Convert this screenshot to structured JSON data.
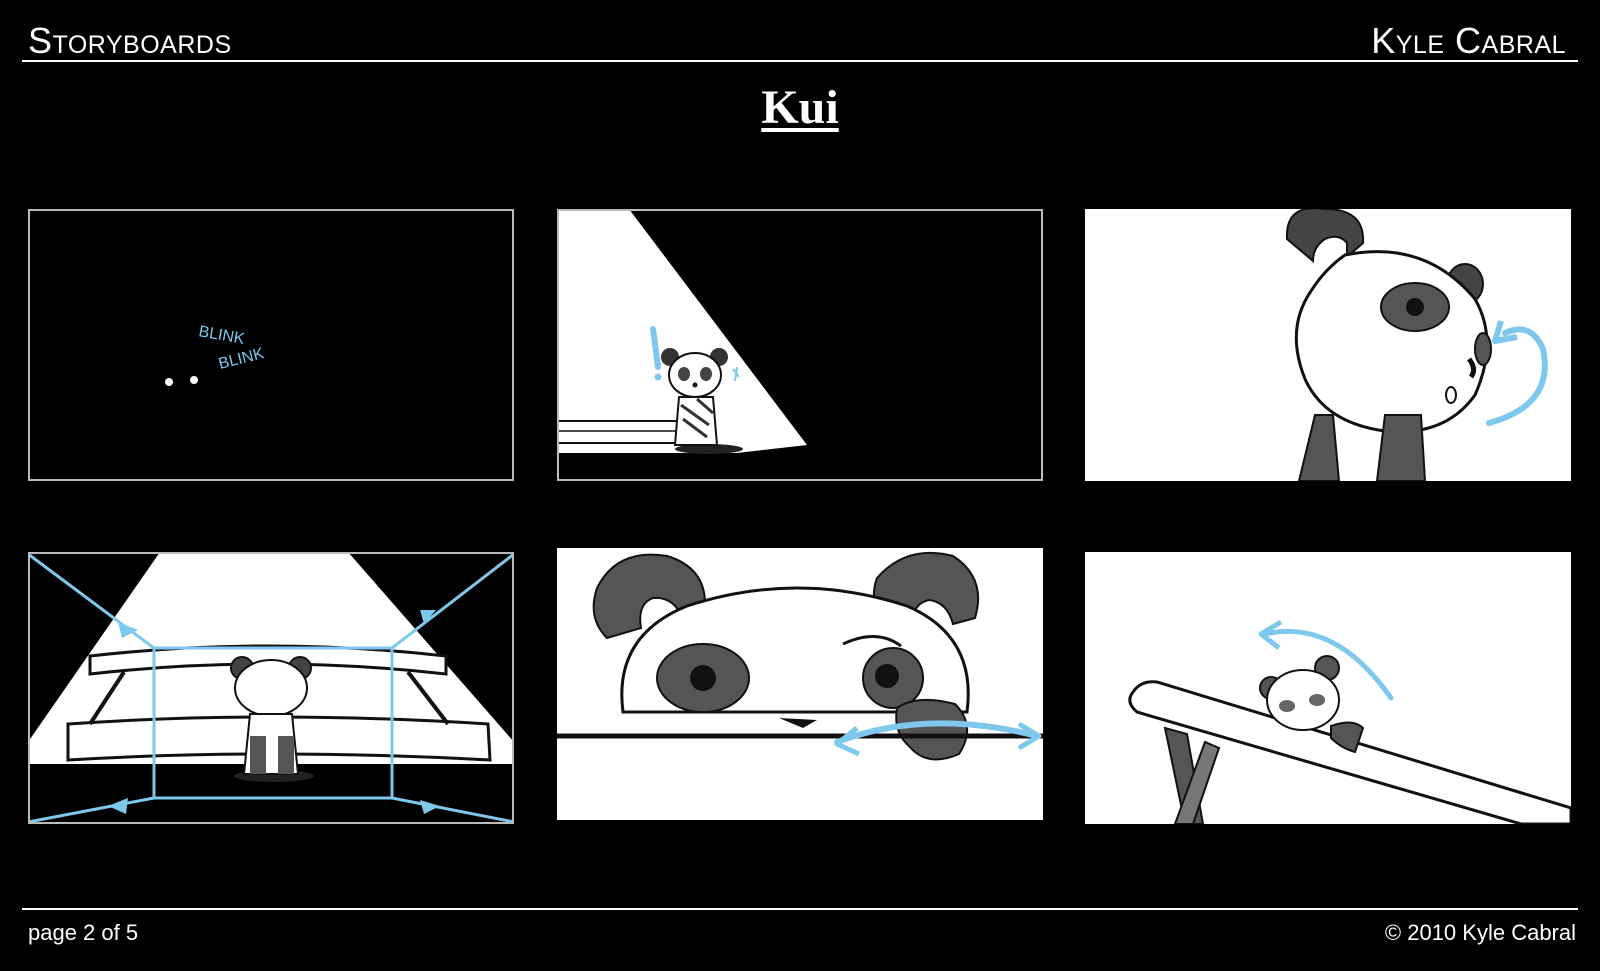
{
  "header": {
    "section": "Storyboards",
    "author": "Kyle Cabral"
  },
  "title": "Kui",
  "panels": [
    {
      "name": "panel-1",
      "sfx_1": "BLINK",
      "sfx_2": "BLINK"
    },
    {
      "name": "panel-2"
    },
    {
      "name": "panel-3"
    },
    {
      "name": "panel-4"
    },
    {
      "name": "panel-5"
    },
    {
      "name": "panel-6"
    }
  ],
  "footer": {
    "page": "page 2 of 5",
    "copyright": "© 2010 Kyle Cabral"
  },
  "colors": {
    "background": "#000000",
    "ink": "#111111",
    "accent": "#7ec8ee",
    "paper": "#ffffff"
  }
}
